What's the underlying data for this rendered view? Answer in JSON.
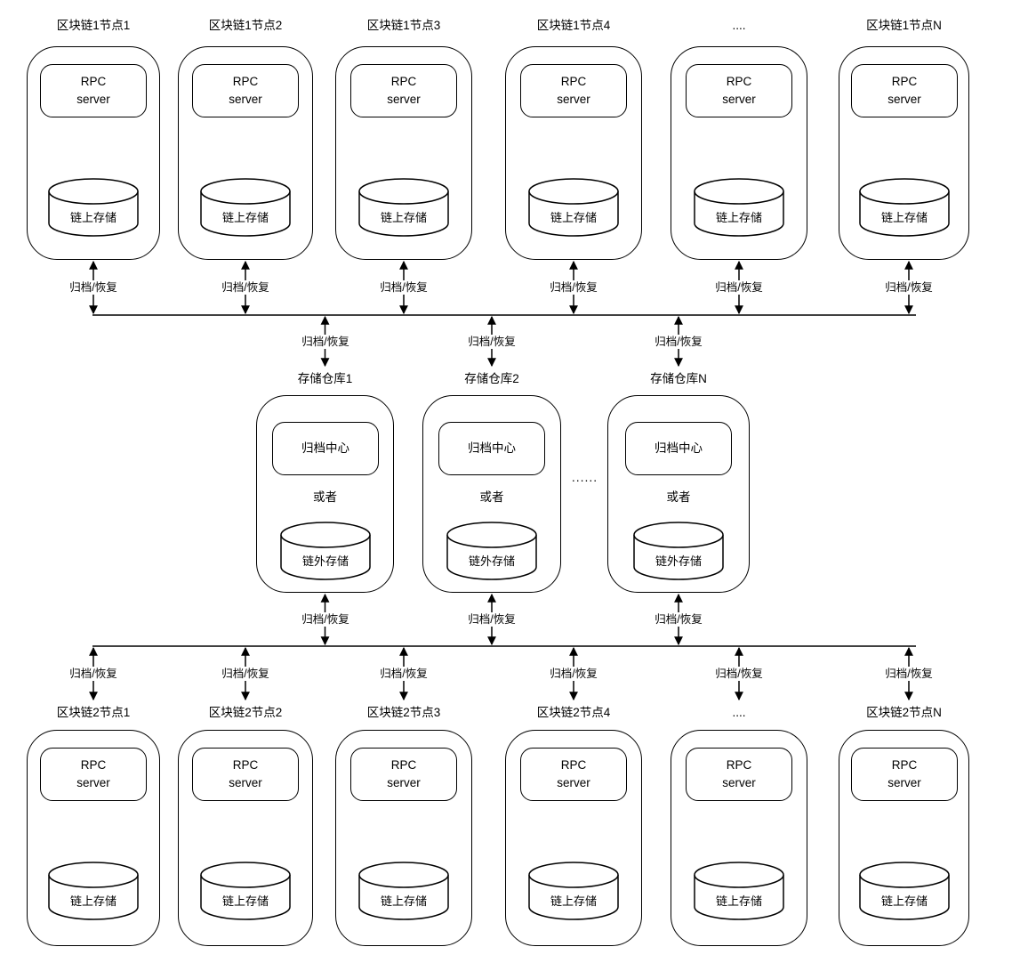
{
  "colors": {
    "stroke": "#000000",
    "background": "#ffffff"
  },
  "labels": {
    "archive_restore": "归档/恢复",
    "rpc_server": "RPC server",
    "ellipsis_nodes": "....",
    "ellipsis_warehouses": "......"
  },
  "top_row": {
    "nodes": [
      {
        "title": "区块链1节点1",
        "storage": "链上存储"
      },
      {
        "title": "区块链1节点2",
        "storage": "链上存储"
      },
      {
        "title": "区块链1节点3",
        "storage": "链上存储"
      },
      {
        "title": "区块链1节点4",
        "storage": "链上存储"
      },
      {
        "title": "....",
        "storage": "链上存储"
      },
      {
        "title": "区块链1节点N",
        "storage": "链上存储"
      }
    ]
  },
  "warehouses": [
    {
      "title": "存储仓库1",
      "archive_center": "归档中心",
      "or": "或者",
      "storage": "链外存储"
    },
    {
      "title": "存储仓库2",
      "archive_center": "归档中心",
      "or": "或者",
      "storage": "链外存储"
    },
    {
      "title": "存储仓库N",
      "archive_center": "归档中心",
      "or": "或者",
      "storage": "链外存储"
    }
  ],
  "bottom_row": {
    "nodes": [
      {
        "title": "区块链2节点1",
        "storage": "链上存储"
      },
      {
        "title": "区块链2节点2",
        "storage": "链上存储"
      },
      {
        "title": "区块链2节点3",
        "storage": "链上存储"
      },
      {
        "title": "区块链2节点4",
        "storage": "链上存储"
      },
      {
        "title": "....",
        "storage": "链上存储"
      },
      {
        "title": "区块链2节点N",
        "storage": "链上存储"
      }
    ]
  }
}
